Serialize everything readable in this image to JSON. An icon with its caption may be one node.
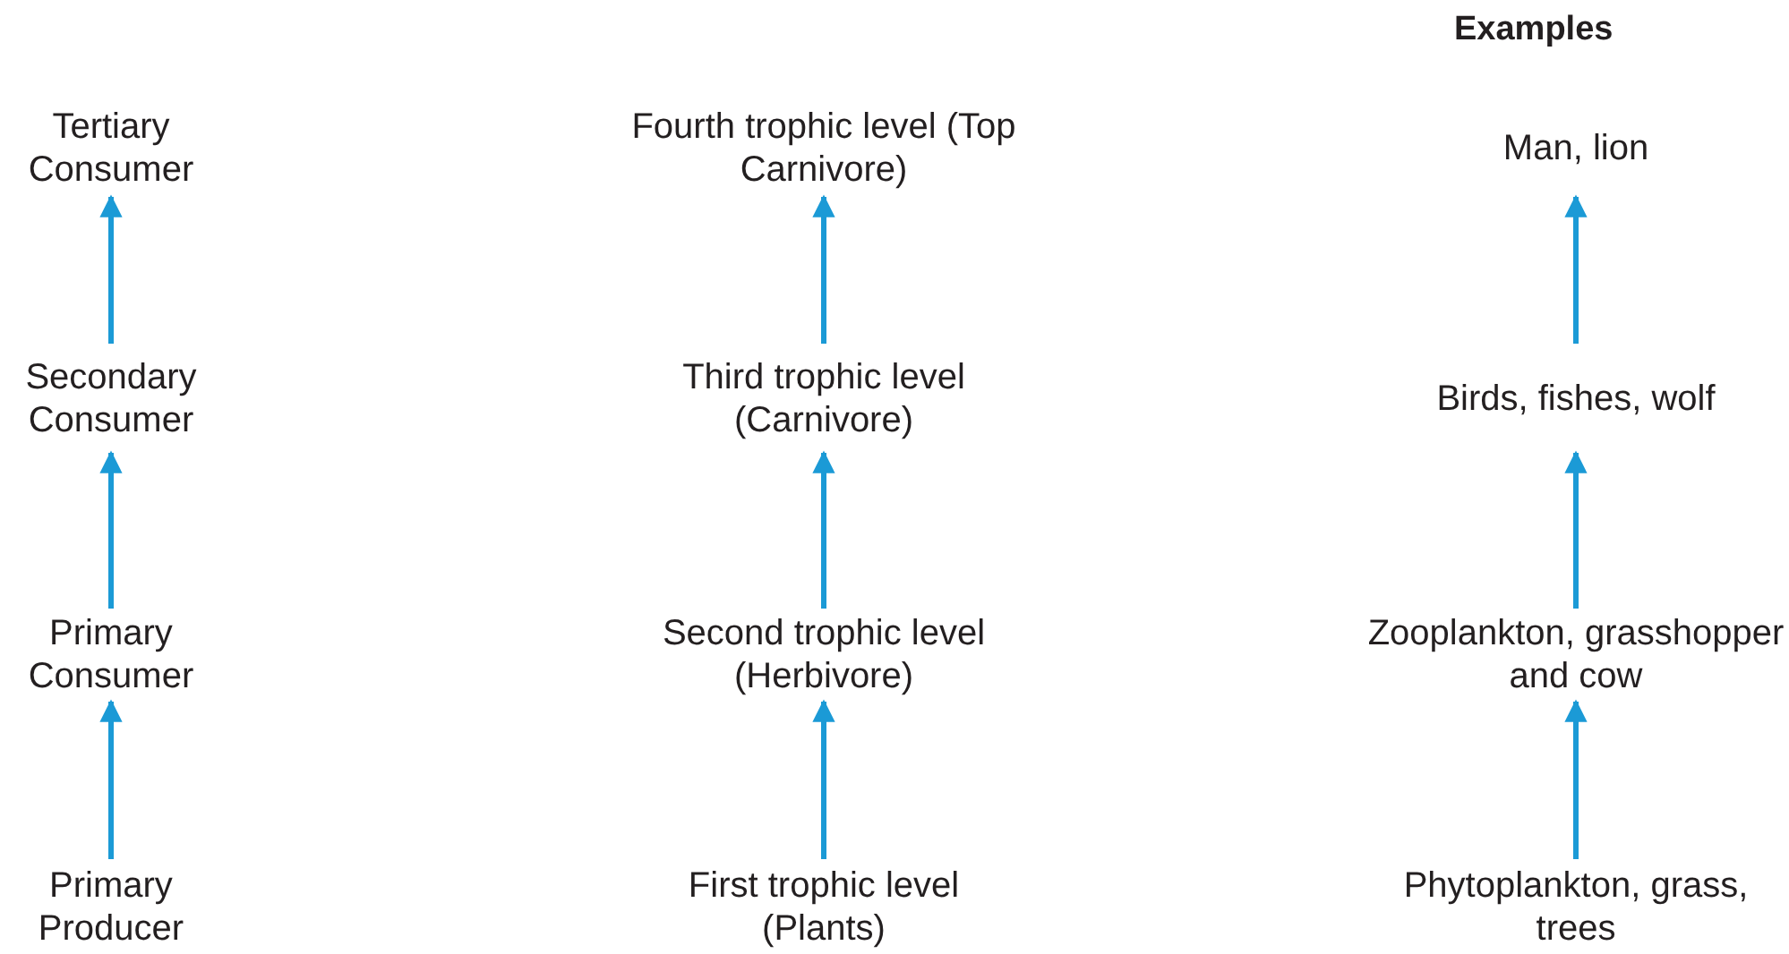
{
  "diagram": {
    "nodes": [
      {
        "text": [
          "Tertiary Consumer"
        ]
      },
      {
        "text": [
          "Fourth trophic level (Top Carnivore)"
        ]
      },
      {
        "text": [
          "Man, lion"
        ]
      },
      {
        "text": [
          "Secondary Consumer"
        ]
      },
      {
        "text": [
          "Third trophic level (Carnivore)"
        ]
      },
      {
        "text": [
          "Birds, fishes, wolf"
        ]
      },
      {
        "text": [
          "Primary Consumer"
        ]
      },
      {
        "text": [
          "Second trophic level (Herbivore)"
        ]
      },
      {
        "text": [
          "Zooplankton, grasshopper and cow"
        ]
      },
      {
        "text": [
          "Primary Producer"
        ]
      },
      {
        "text": [
          "First trophic level (Plants)"
        ]
      },
      {
        "text": [
          "Phytoplankton, grass, trees"
        ]
      }
    ],
    "edges": [
      {
        "from": 9,
        "to": 6,
        "arrow": "to"
      },
      {
        "from": 6,
        "to": 3,
        "arrow": "to"
      },
      {
        "from": 3,
        "to": 0,
        "arrow": "to"
      },
      {
        "from": 10,
        "to": 7,
        "arrow": "to"
      },
      {
        "from": 7,
        "to": 4,
        "arrow": "to"
      },
      {
        "from": 4,
        "to": 1,
        "arrow": "to"
      },
      {
        "from": 11,
        "to": 8,
        "arrow": "to"
      },
      {
        "from": 8,
        "to": 5,
        "arrow": "to"
      },
      {
        "from": 5,
        "to": 2,
        "arrow": "to"
      }
    ],
    "labels": [
      "Examples"
    ]
  }
}
